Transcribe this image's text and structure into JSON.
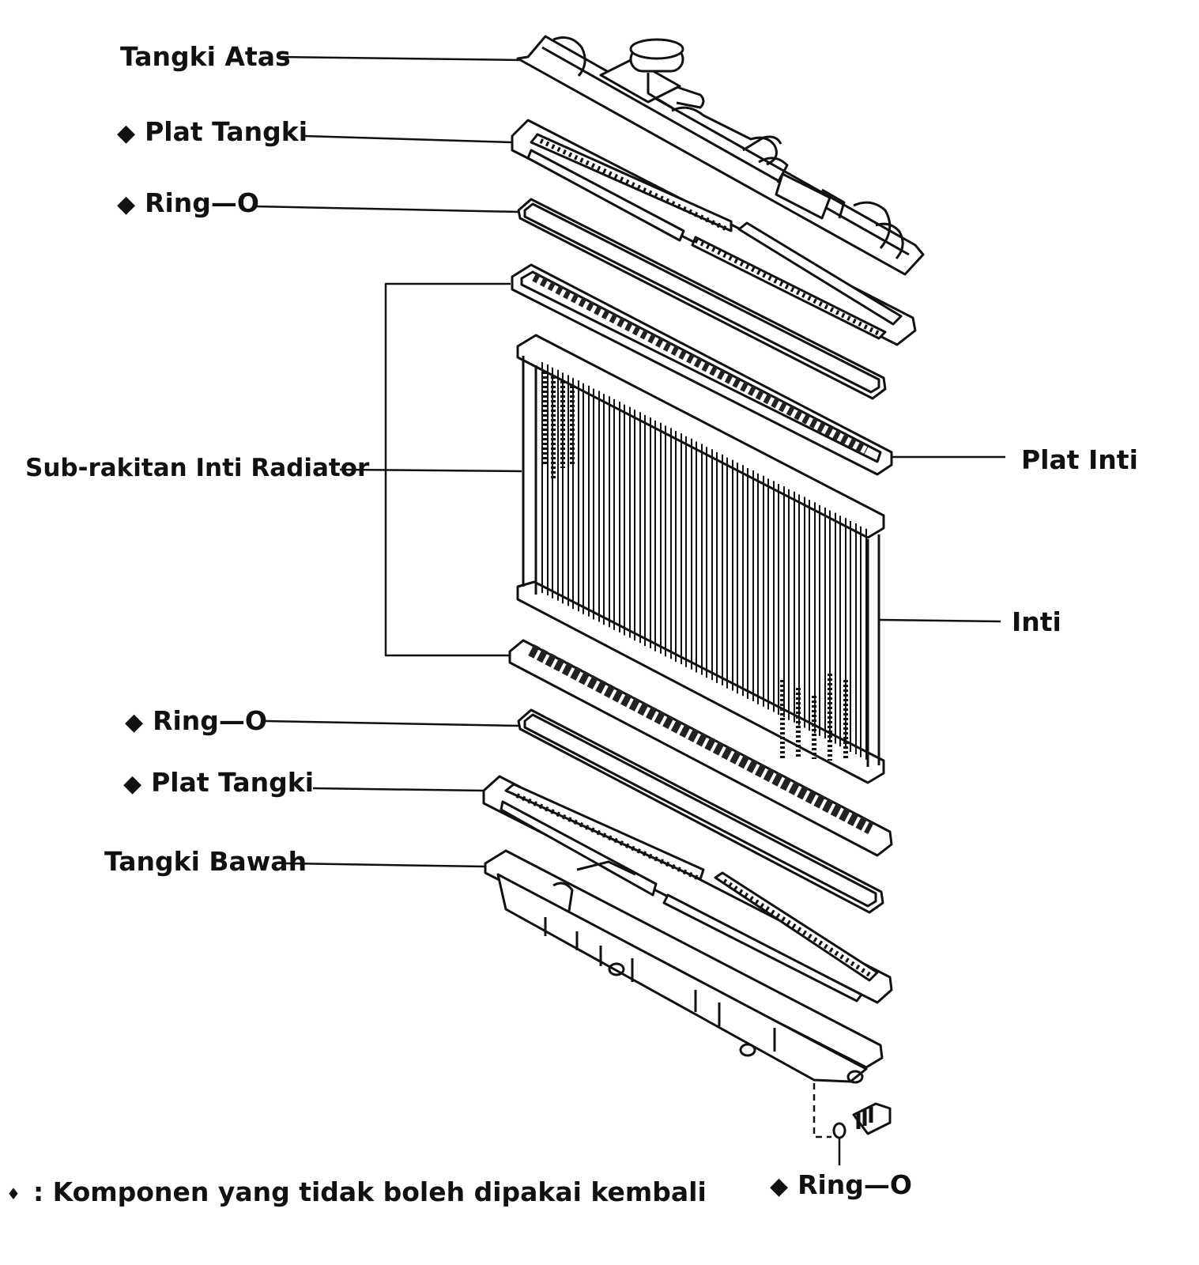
{
  "labels": {
    "tangki_atas": "Tangki Atas",
    "plat_tangki_top": "Plat Tangki",
    "ring_o_top": "Ring—O",
    "sub_rakitan": "Sub-rakitan Inti Radiator",
    "plat_inti": "Plat Inti",
    "inti": "Inti",
    "ring_o_mid": "Ring—O",
    "plat_tangki_bottom": "Plat Tangki",
    "tangki_bawah": "Tangki Bawah",
    "ring_o_drain": "Ring—O"
  },
  "marker_symbol": "◆",
  "legend": {
    "symbol": "♦",
    "text": ": Komponen yang tidak boleh dipakai kembali"
  }
}
